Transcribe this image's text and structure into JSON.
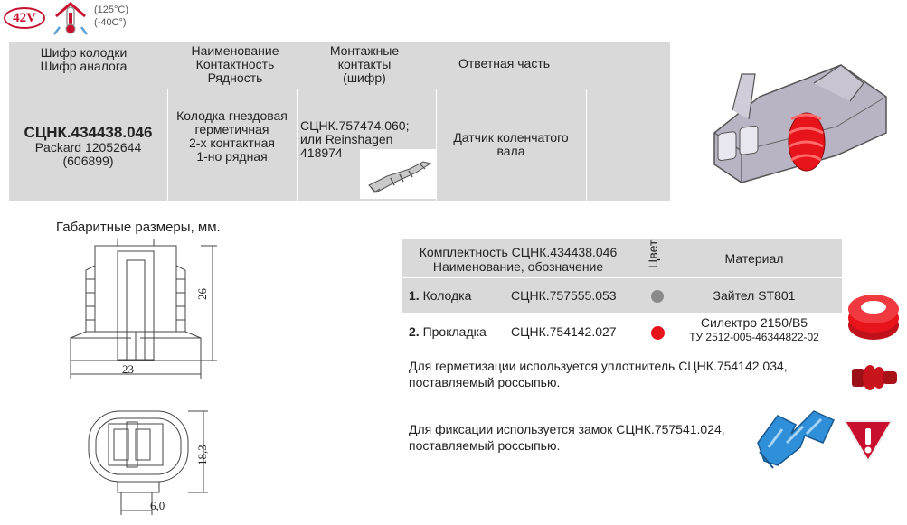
{
  "header": {
    "voltage": "42V",
    "temp_max": "(125°C)",
    "temp_min": "(-40C°)"
  },
  "main_table": {
    "headers": {
      "code": [
        "Шифр колодки",
        "Шифр аналога"
      ],
      "name": [
        "Наименование",
        "Контактность",
        "Рядность"
      ],
      "contacts": [
        "Монтажные",
        "контакты",
        "(шифр)"
      ],
      "mate": "Ответная часть"
    },
    "row": {
      "code": "СЦНК.434438.046",
      "analog": [
        "Packard 12052644",
        "(606899)"
      ],
      "name": [
        "Колодка гнездовая",
        "герметичная",
        "2-х контактная",
        "1-но рядная"
      ],
      "contacts": [
        "СЦНК.757474.060;",
        "или Reinshagen",
        "418974"
      ],
      "mate": [
        "Датчик коленчатого",
        "вала"
      ]
    }
  },
  "dimensions": {
    "title": "Габаритные размеры, мм.",
    "height": "26",
    "width": "23",
    "depth": "18,3",
    "pitch": "6,0"
  },
  "kit_table": {
    "header_title": [
      "Комплектность СЦНК.434438.046",
      "Наименование, обозначение"
    ],
    "header_color": "Цвет",
    "header_material": "Материал",
    "rows": [
      {
        "num": "1.",
        "name": "Колодка",
        "code": "СЦНК.757555.053",
        "color": "#8a8a8a",
        "material": [
          "Зайтел ST801"
        ]
      },
      {
        "num": "2.",
        "name": "Прокладка",
        "code": "СЦНК.754142.027",
        "color": "#e8141c",
        "material": [
          "Силектро 2150/В5",
          "ТУ 2512-005-46344822-02"
        ]
      }
    ]
  },
  "notes": {
    "seal": [
      "Для герметизации используется уплотнитель СЦНК.754142.034,",
      "поставляемый россыпью."
    ],
    "lock": [
      "Для фиксации используется замок СЦНК.757541.024,",
      "поставляемый россыпью."
    ]
  },
  "colors": {
    "table_gray": "#d9d9d9",
    "accent_red": "#c8102e",
    "seal_red": "#e8141c",
    "lock_blue": "#2f8fd8",
    "connector_gray": "#b8b4c4"
  }
}
